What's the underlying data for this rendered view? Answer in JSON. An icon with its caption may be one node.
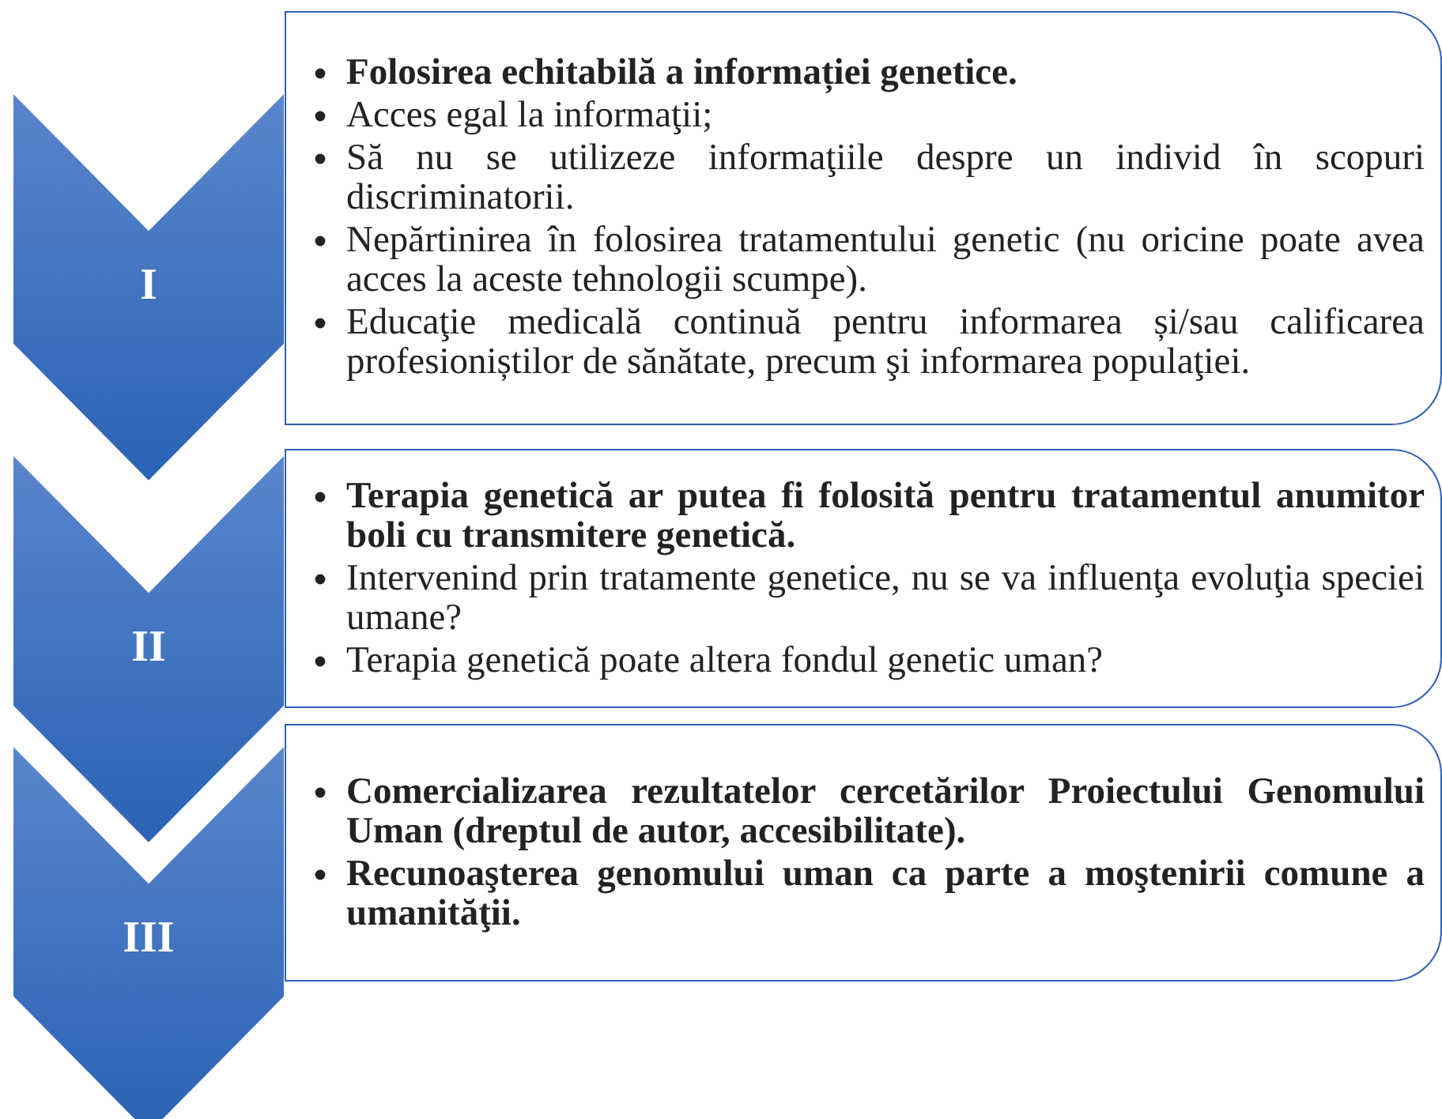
{
  "diagram": {
    "nodes": [
      {
        "text": [
          "I"
        ]
      },
      {
        "text": [
          "Folosirea echitabilă a informației genetice.",
          "Acces egal la informaţii;",
          "Să nu se utilizeze informaţiile despre un individ  în scopuri discriminatorii.",
          "Nepărtinirea în folosirea tratamentului genetic (nu oricine poate avea acces la aceste tehnologii scumpe).",
          "Educaţie medicală continuă pentru informarea și/sau calificarea profesioniștilor de sănătate, precum şi informarea populaţiei."
        ]
      },
      {
        "text": [
          "II"
        ]
      },
      {
        "text": [
          "Terapia genetică ar putea fi folosită pentru tratamentul anumitor boli cu transmitere genetică.",
          "Intervenind prin tratamente genetice, nu se va influenţa evoluţia speciei umane?",
          "Terapia genetică poate altera fondul genetic uman?"
        ]
      },
      {
        "text": [
          "III"
        ]
      },
      {
        "text": [
          "Comercializarea rezultatelor cercetărilor Proiectului Genomului Uman (dreptul de autor, accesibilitate).",
          "Recunoaşterea genomului uman ca parte a moştenirii comune a umanităţii."
        ]
      }
    ]
  }
}
